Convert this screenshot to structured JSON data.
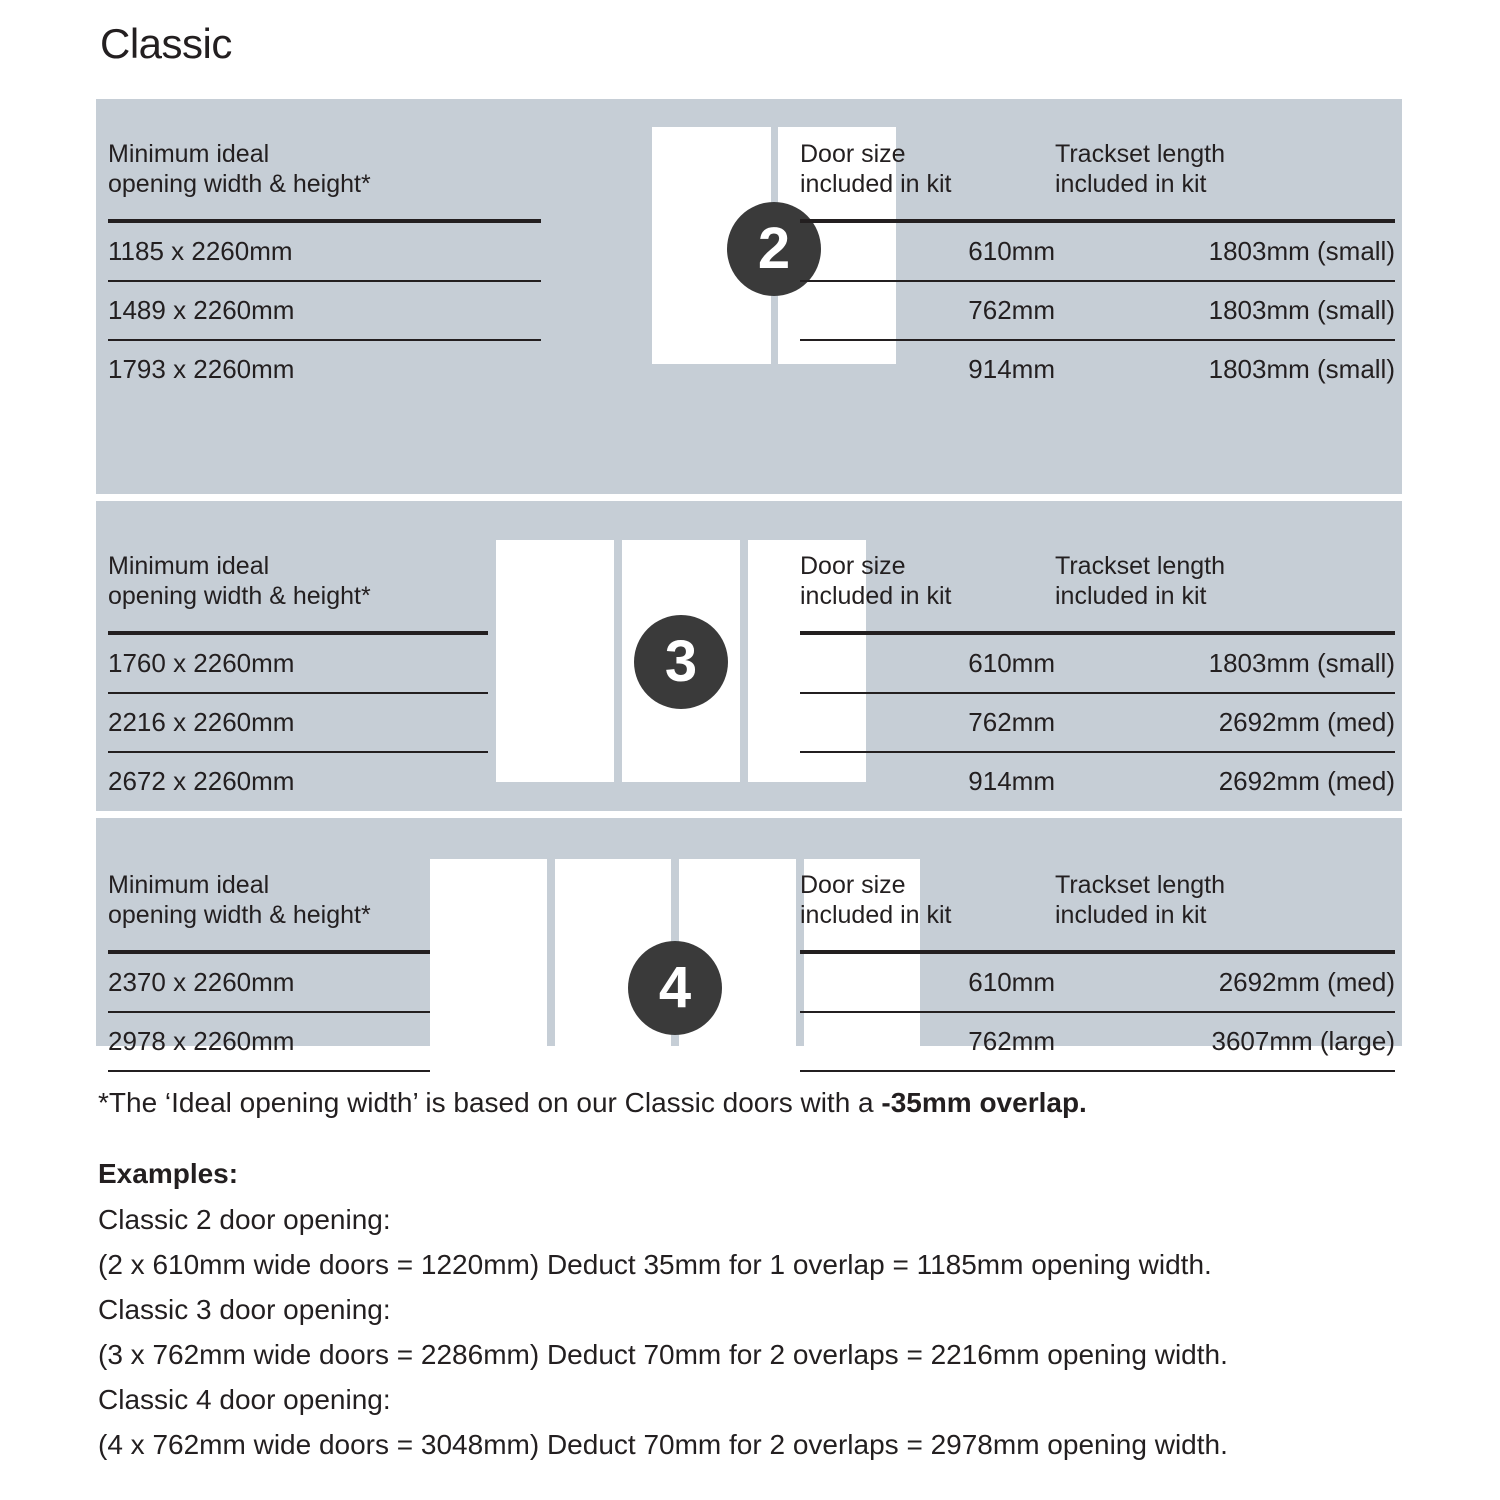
{
  "title": "Classic",
  "panel": {
    "sections": [
      {
        "id": "two-door",
        "badge": "2",
        "doors": 2,
        "left_header": "Minimum ideal\nopening width & height*",
        "right_headers": [
          "Door size\nincluded in kit",
          "Trackset length\nincluded in kit"
        ],
        "rows": [
          {
            "opening": "1185 x 2260mm",
            "door_size": "610mm",
            "trackset": "1803mm (small)"
          },
          {
            "opening": "1489 x 2260mm",
            "door_size": "762mm",
            "trackset": "1803mm (small)"
          },
          {
            "opening": "1793 x 2260mm",
            "door_size": "914mm",
            "trackset": "1803mm (small)"
          }
        ]
      },
      {
        "id": "three-door",
        "badge": "3",
        "doors": 3,
        "left_header": "Minimum ideal\nopening width & height*",
        "right_headers": [
          "Door size\nincluded in kit",
          "Trackset length\nincluded in kit"
        ],
        "rows": [
          {
            "opening": "1760 x 2260mm",
            "door_size": "610mm",
            "trackset": "1803mm (small)"
          },
          {
            "opening": "2216 x 2260mm",
            "door_size": "762mm",
            "trackset": "2692mm (med)"
          },
          {
            "opening": "2672 x 2260mm",
            "door_size": "914mm",
            "trackset": "2692mm (med)"
          }
        ]
      },
      {
        "id": "four-door",
        "badge": "4",
        "doors": 4,
        "left_header": "Minimum ideal\nopening width & height*",
        "right_headers": [
          "Door size\nincluded in kit",
          "Trackset length\nincluded in kit"
        ],
        "rows": [
          {
            "opening": "2370 x 2260mm",
            "door_size": "610mm",
            "trackset": "2692mm (med)"
          },
          {
            "opening": "2978 x 2260mm",
            "door_size": "762mm",
            "trackset": "3607mm (large)"
          }
        ]
      }
    ]
  },
  "footnotes": {
    "overlap_note_prefix": "*The ‘Ideal opening width’ is based on our Classic doors with a ",
    "overlap_note_bold": "-35mm overlap.",
    "examples_label": "Examples:",
    "examples": [
      "Classic 2 door opening:",
      "(2 x 610mm wide doors = 1220mm)  Deduct 35mm for 1 overlap = 1185mm opening width.",
      "Classic 3 door opening:",
      "(3 x 762mm wide doors = 2286mm)  Deduct 70mm for 2 overlaps = 2216mm opening width.",
      "Classic 4 door opening:",
      "(4 x 762mm wide doors = 3048mm)  Deduct 70mm for 2 overlaps = 2978mm opening width."
    ]
  },
  "colors": {
    "panel_background": "#c6ced6",
    "badge_background": "#3a3a3a",
    "rule": "#231f20",
    "door_fill": "#ffffff",
    "text": "#231f20"
  }
}
